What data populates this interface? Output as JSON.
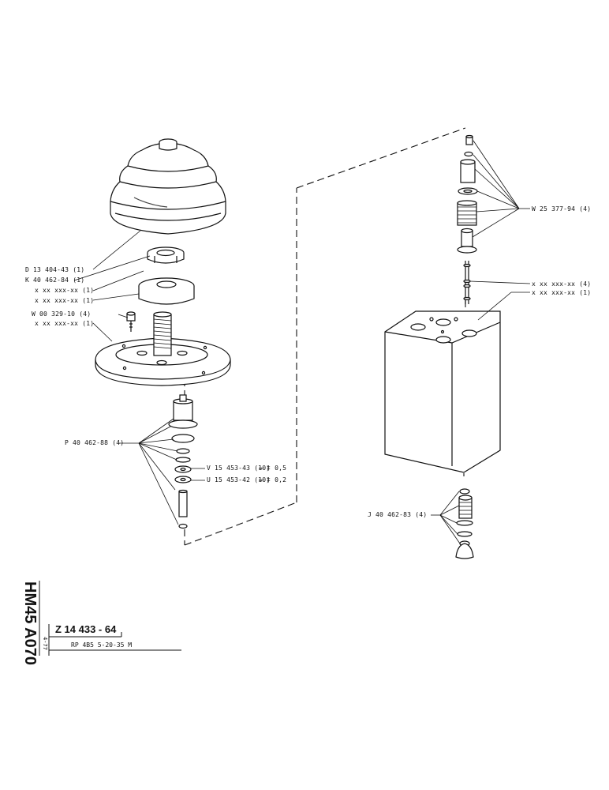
{
  "drawing": {
    "side_code": "HM45 A070",
    "side_date": "4-77",
    "part_number": "Z 14 433 - 64",
    "description": "RP 4B5 5-20-35 M"
  },
  "callouts": {
    "left": [
      "D 13 404-43 (1)",
      "K 40 462-84 (1)",
      "x xx xxx-xx (1)",
      "x xx xxx-xx (1)",
      "W 00 329-10 (4)",
      "x xx xxx-xx (1)",
      "P 40 462-88 (4)",
      "V 15 453-43 (10)",
      "U 15 453-42 (10)"
    ],
    "shim_left_1": "⇔ ‡ 0,5",
    "shim_left_2": "⇔ ‡ 0,2",
    "right": [
      "W 25 377-94 (4)",
      "x xx xxx-xx (4)",
      "x xx xxx-xx (1)",
      "J 40 462-83 (4)"
    ]
  },
  "colors": {
    "ink": "#111111",
    "paper": "#ffffff"
  }
}
